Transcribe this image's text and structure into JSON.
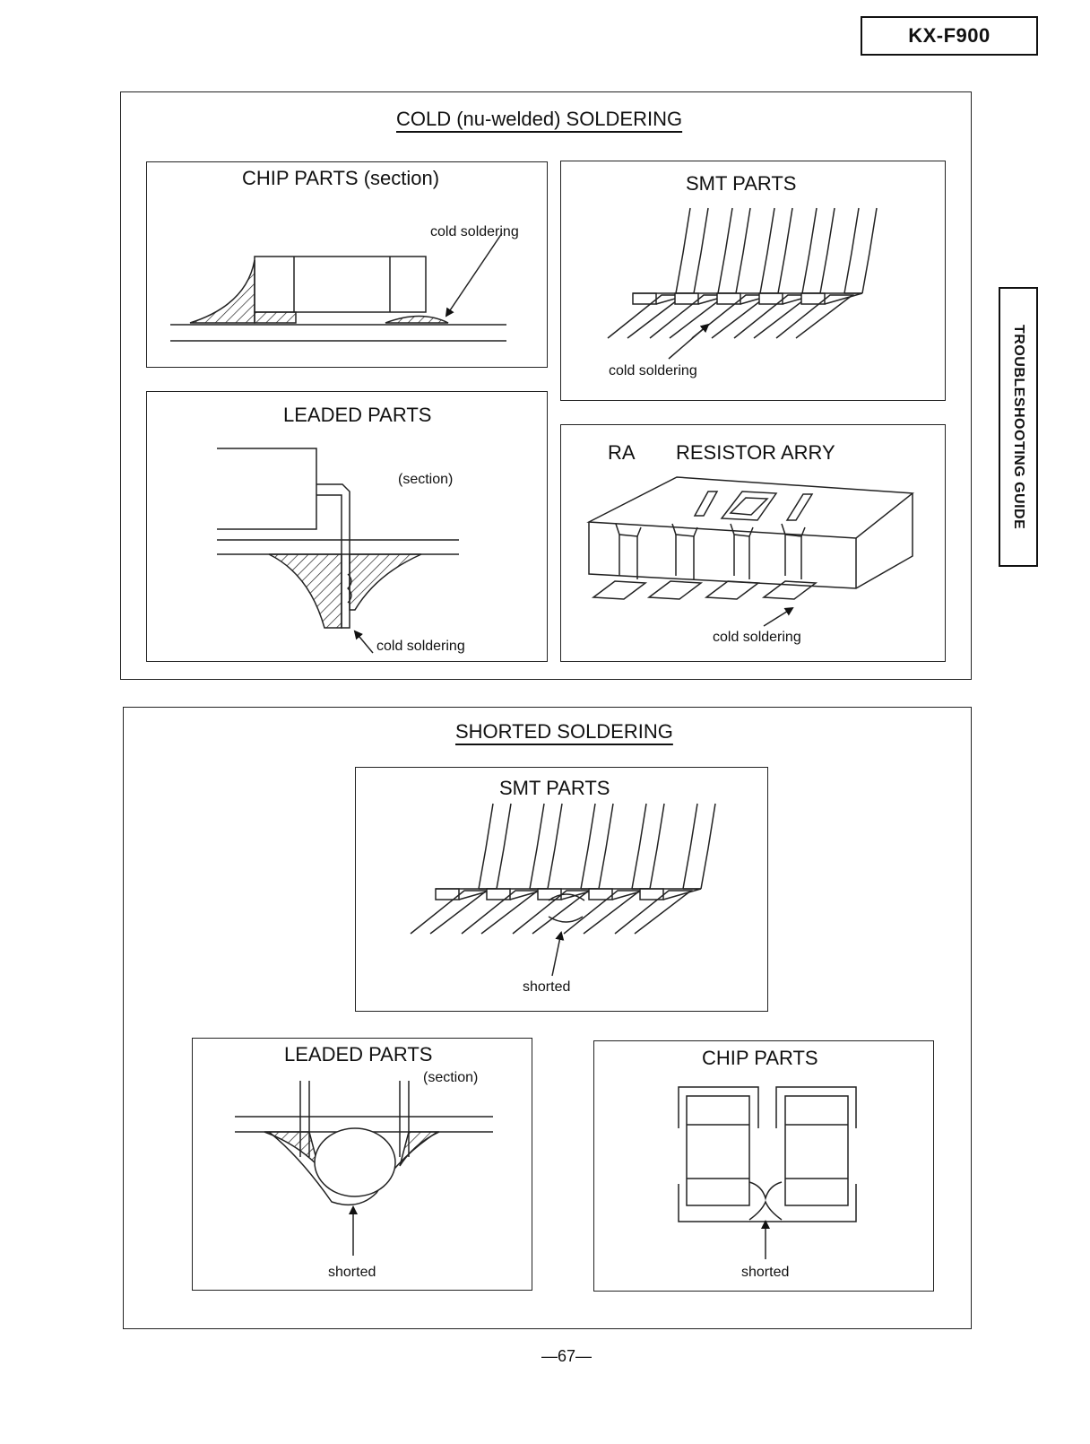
{
  "header": {
    "model": "KX-F900"
  },
  "side_tab": {
    "label": "TROUBLESHOOTING GUIDE"
  },
  "cold_section": {
    "title": "COLD (nu-welded) SOLDERING",
    "chip_parts": {
      "title": "CHIP PARTS (section)",
      "callout": "cold soldering"
    },
    "smt_parts": {
      "title": "SMT PARTS",
      "callout": "cold soldering"
    },
    "leaded_parts": {
      "title": "LEADED PARTS",
      "note": "(section)",
      "callout": "cold soldering"
    },
    "resistor_array": {
      "code": "RA",
      "title": "RESISTOR ARRY",
      "callout": "cold soldering"
    }
  },
  "shorted_section": {
    "title": "SHORTED SOLDERING",
    "smt_parts": {
      "title": "SMT PARTS",
      "callout": "shorted"
    },
    "leaded_parts": {
      "title": "LEADED PARTS",
      "note": "(section)",
      "callout": "shorted"
    },
    "chip_parts": {
      "title": "CHIP PARTS",
      "callout": "shorted"
    }
  },
  "footer": {
    "page_number": "—67—"
  }
}
